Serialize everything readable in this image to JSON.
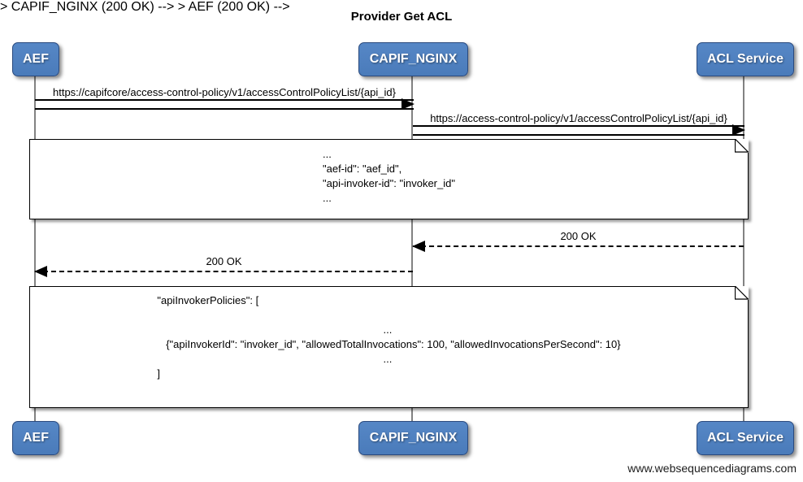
{
  "title": "Provider Get ACL",
  "actors": [
    {
      "name": "AEF"
    },
    {
      "name": "CAPIF_NGINX"
    },
    {
      "name": "ACL Service"
    }
  ],
  "messages": [
    {
      "from": "AEF",
      "to": "CAPIF_NGINX",
      "style": "solid",
      "label": "https://capifcore/access-control-policy/v1/accessControlPolicyList/{api_id}"
    },
    {
      "from": "CAPIF_NGINX",
      "to": "ACL Service",
      "style": "solid",
      "label": "https://access-control-policy/v1/accessControlPolicyList/{api_id}"
    },
    {
      "from": "ACL Service",
      "to": "CAPIF_NGINX",
      "style": "dashed",
      "label": "200 OK"
    },
    {
      "from": "CAPIF_NGINX",
      "to": "AEF",
      "style": "dashed",
      "label": "200 OK"
    }
  ],
  "notes": [
    {
      "text": "...\n\"aef-id\": \"aef_id\",\n\"api-invoker-id\": \"invoker_id\"\n..."
    },
    {
      "text": "\"apiInvokerPolicies\": [\n\n                                                                             ...\n   {\"apiInvokerId\": \"invoker_id\", \"allowedTotalInvocations\": 100, \"allowedInvocationsPerSecond\": 10}\n                                                                             ...\n]"
    }
  ],
  "footer": "www.websequencediagrams.com",
  "colors": {
    "actor_fill": "#4d7ebf",
    "actor_border": "#2a4a7e",
    "actor_text": "#ffffff",
    "message_line": "#000000",
    "lifeline": "#828282",
    "note_bg": "#ffffff"
  }
}
